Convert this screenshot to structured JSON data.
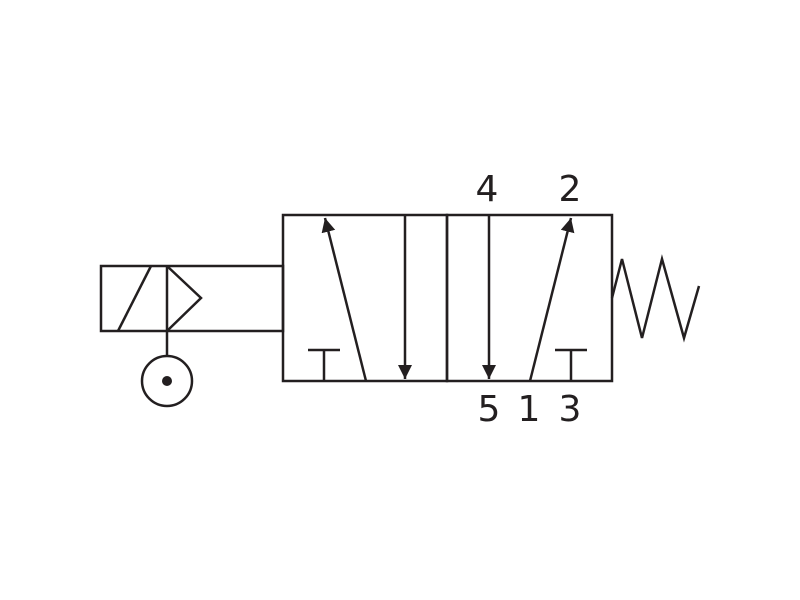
{
  "ports": {
    "top": [
      "4",
      "2"
    ],
    "bottom": [
      "5",
      "1",
      "3"
    ]
  },
  "colors": {
    "line": "#231f20",
    "background": "#ffffff"
  }
}
